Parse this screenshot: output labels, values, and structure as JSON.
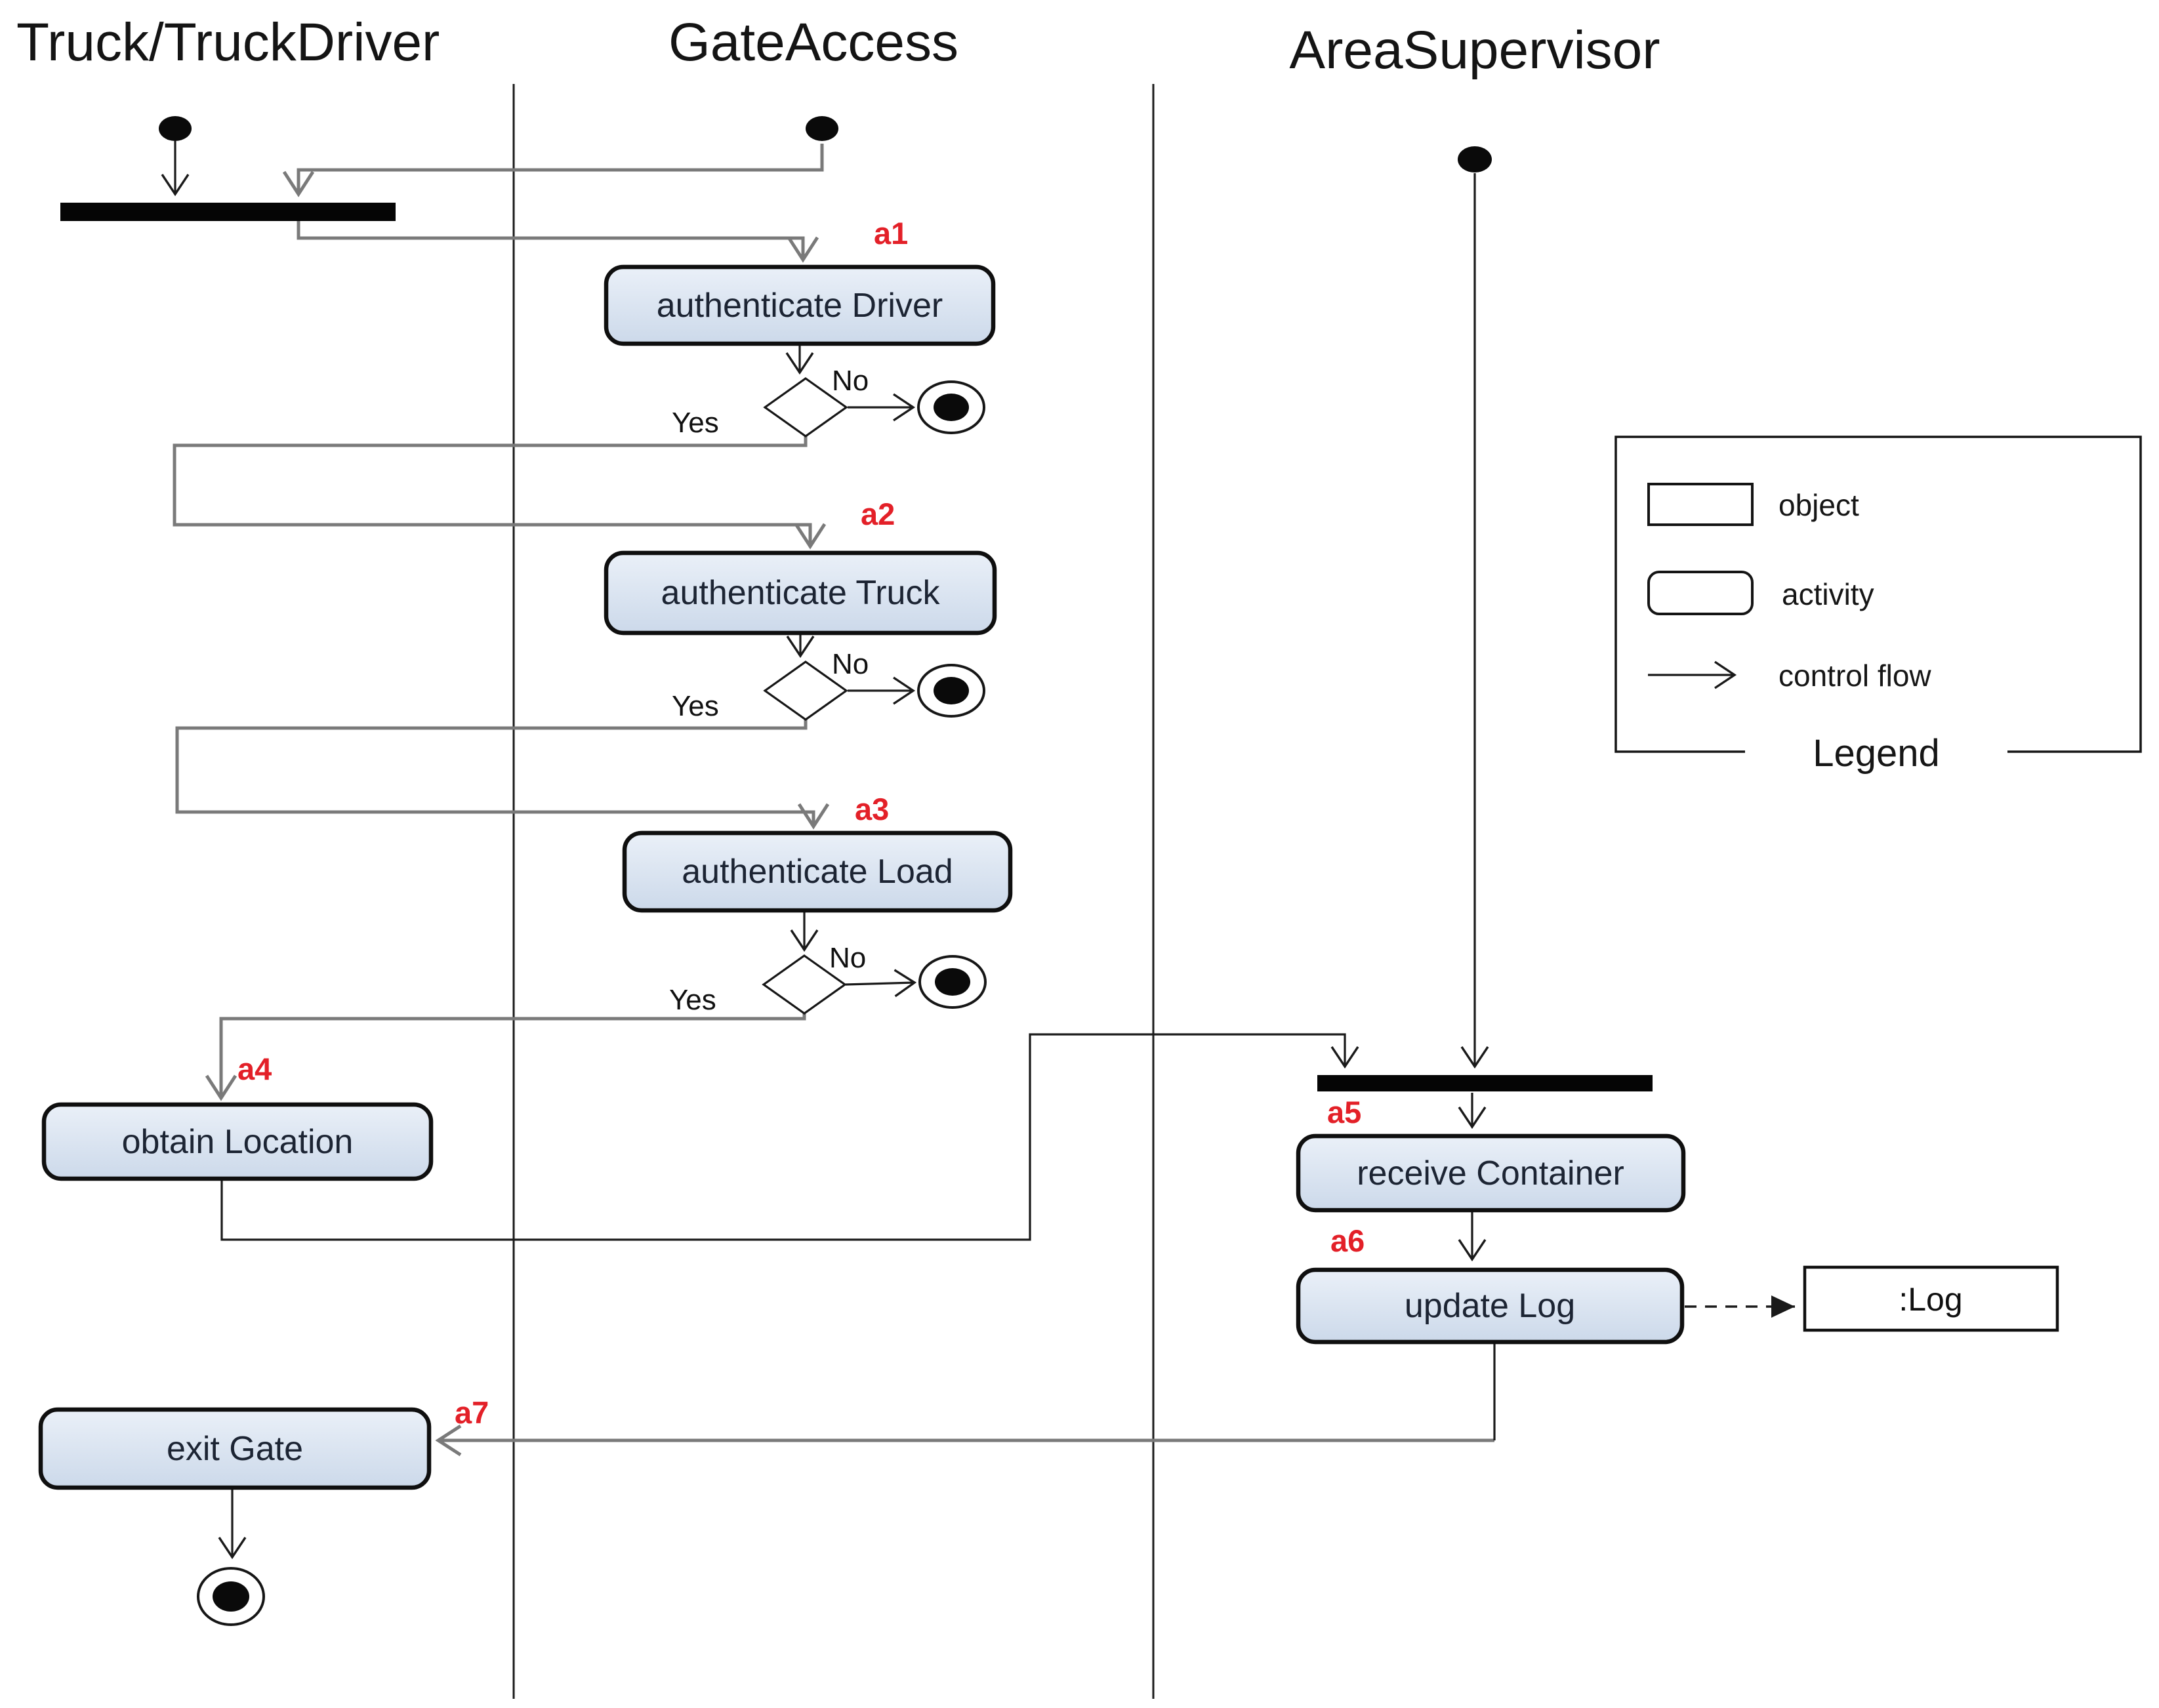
{
  "lanes": [
    {
      "label": "Truck/TruckDriver"
    },
    {
      "label": "GateAccess"
    },
    {
      "label": "AreaSupervisor"
    }
  ],
  "steps": {
    "a1": {
      "tag": "a1",
      "label": "authenticate Driver"
    },
    "a2": {
      "tag": "a2",
      "label": "authenticate Truck"
    },
    "a3": {
      "tag": "a3",
      "label": "authenticate Load"
    },
    "a4": {
      "tag": "a4",
      "label": "obtain Location"
    },
    "a5": {
      "tag": "a5",
      "label": "receive Container"
    },
    "a6": {
      "tag": "a6",
      "label": "update Log"
    },
    "a7": {
      "tag": "a7",
      "label": "exit Gate"
    }
  },
  "decision": {
    "yes": "Yes",
    "no": "No"
  },
  "object_node": {
    "label": ":Log"
  },
  "legend": {
    "title": "Legend",
    "object_label": "object",
    "activity_label": "activity",
    "control_flow_label": "control flow"
  },
  "colors": {
    "activity_fill_top": "#eaf0f8",
    "activity_fill_bottom": "#ccd9ea",
    "red_label": "#e32028",
    "gray_connector": "#7a7a7a",
    "black_line": "#1a1a1a"
  }
}
